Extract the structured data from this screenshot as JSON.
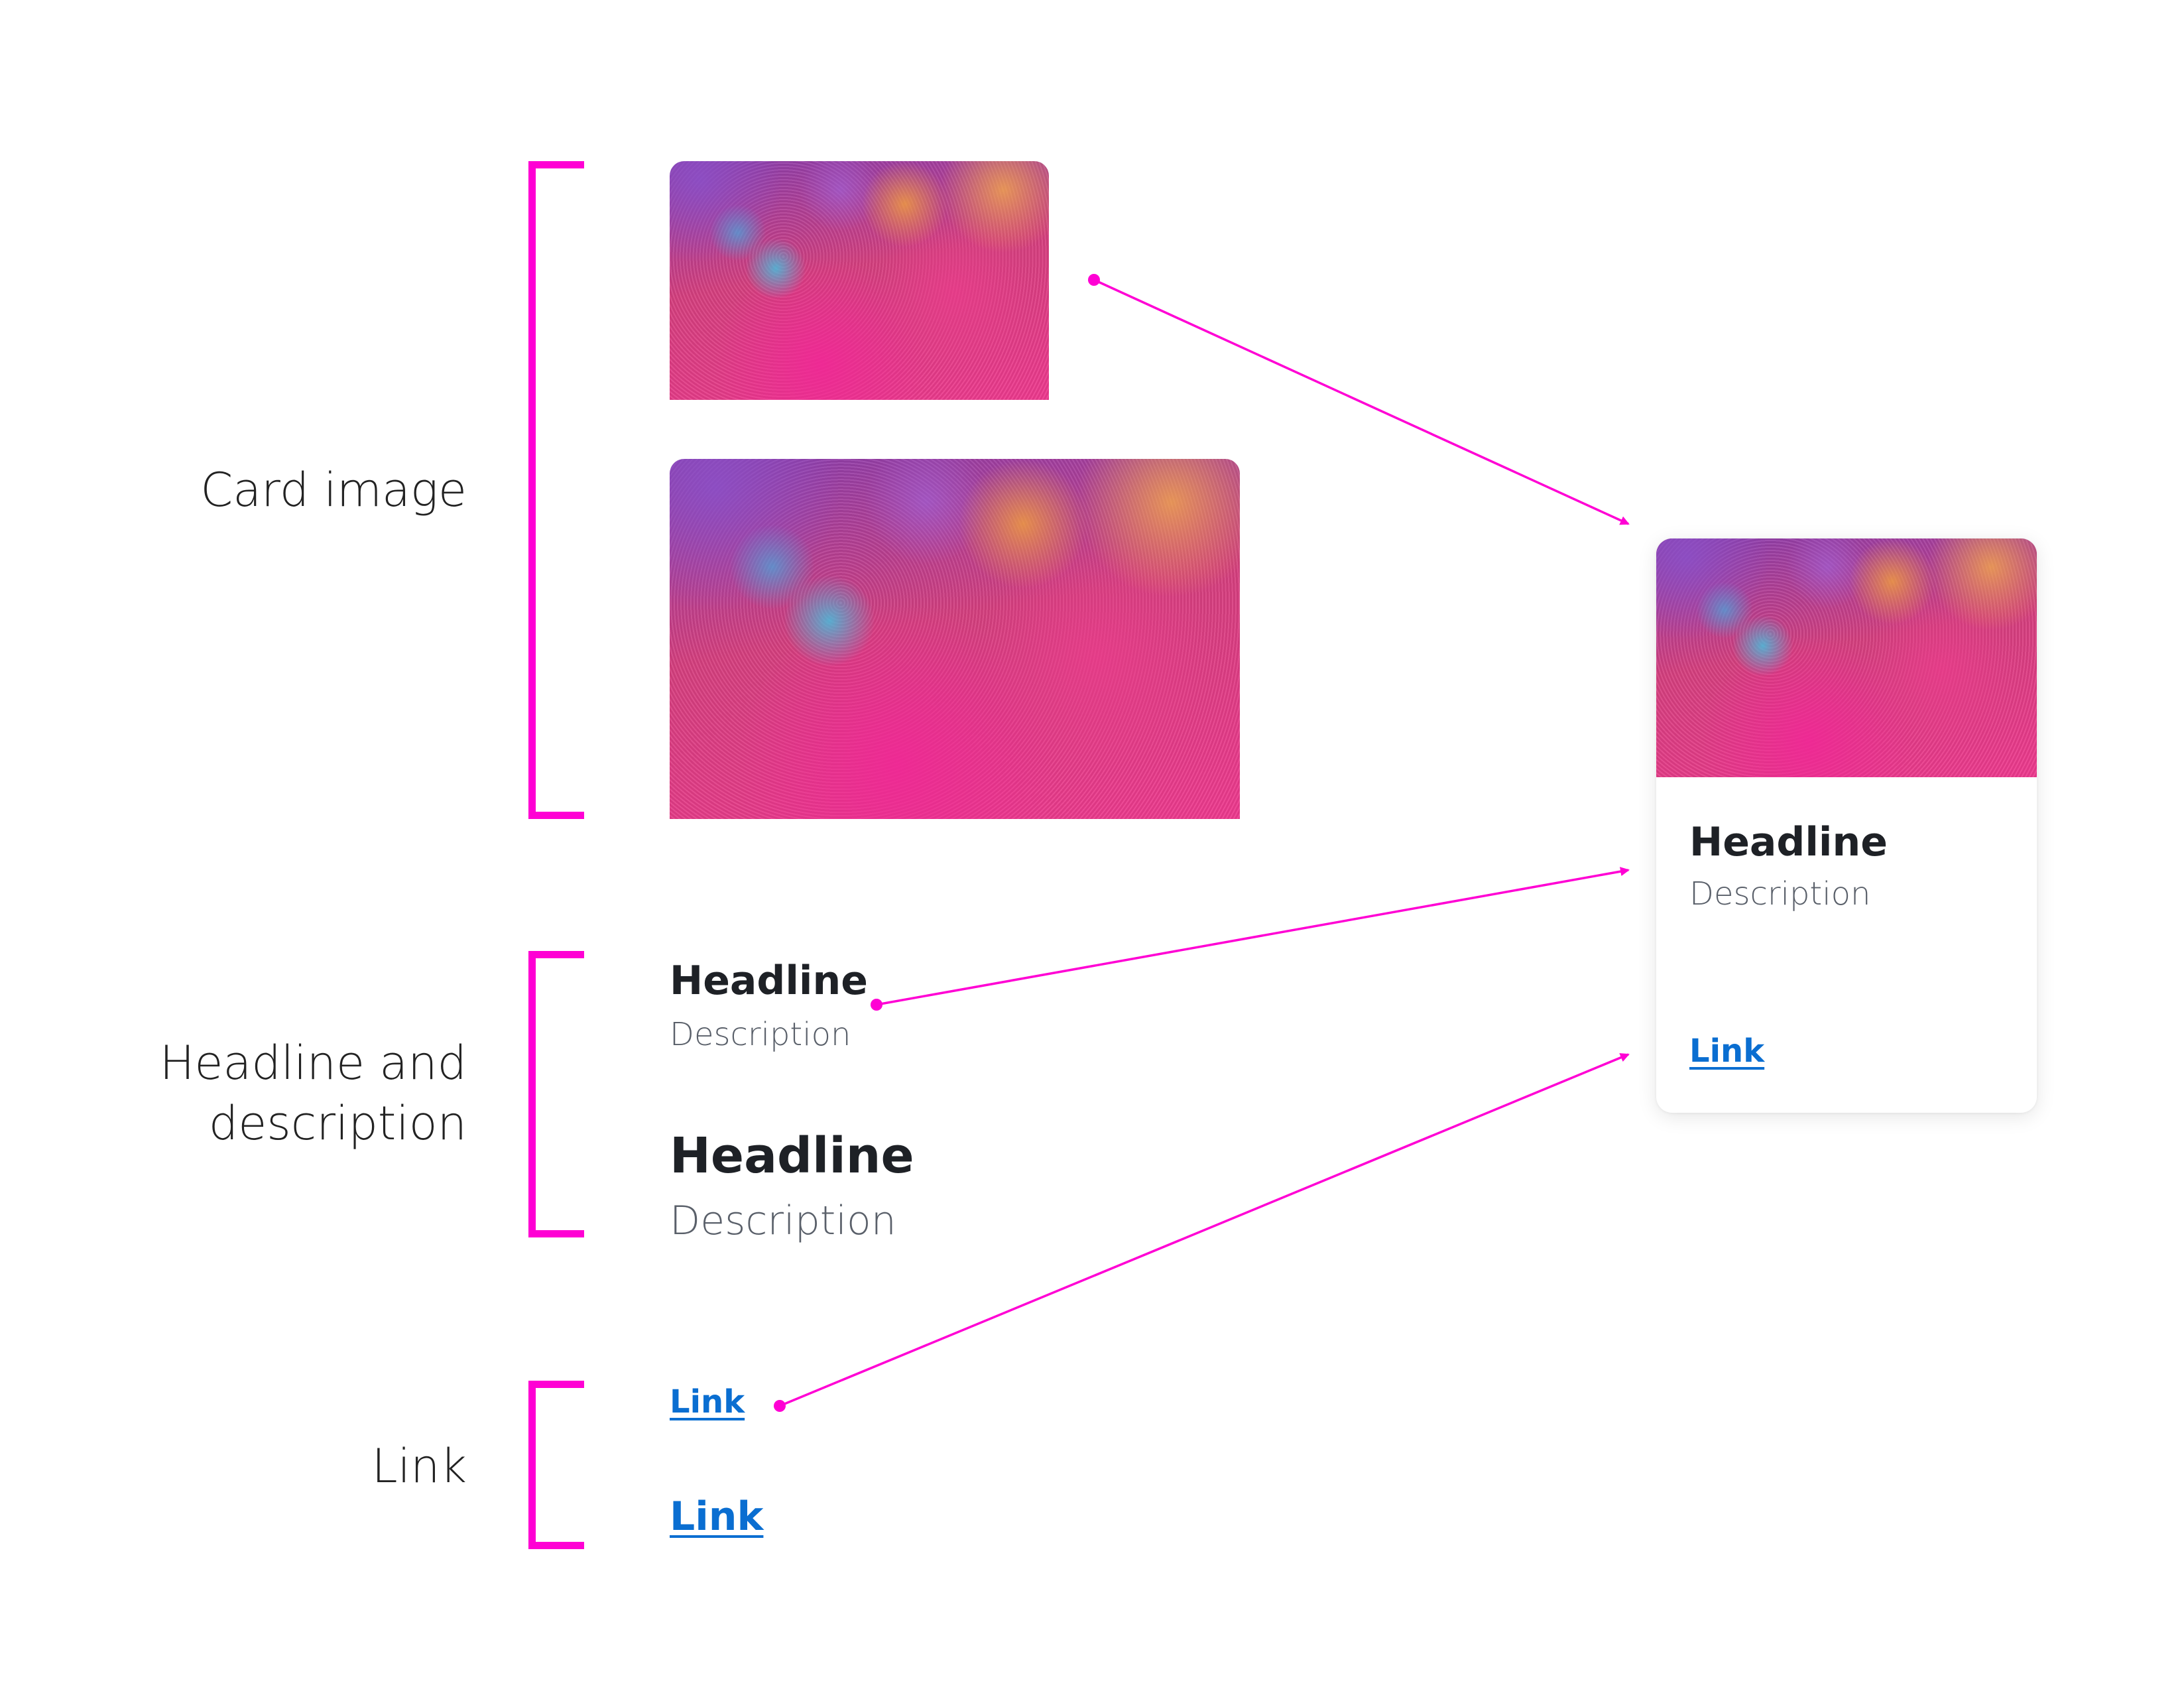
{
  "sections": {
    "card_image": {
      "label": "Card image"
    },
    "headline_description": {
      "label_line1": "Headline and",
      "label_line2": "description"
    },
    "link": {
      "label": "Link"
    }
  },
  "examples": {
    "small": {
      "headline": "Headline",
      "description": "Description",
      "link": "Link"
    },
    "large": {
      "headline": "Headline",
      "description": "Description",
      "link": "Link"
    }
  },
  "card": {
    "headline": "Headline",
    "description": "Description",
    "link": "Link"
  },
  "colors": {
    "accent": "#ff00d4",
    "link": "#0a6ed1",
    "headline": "#1e2126",
    "description": "#5a606a"
  }
}
